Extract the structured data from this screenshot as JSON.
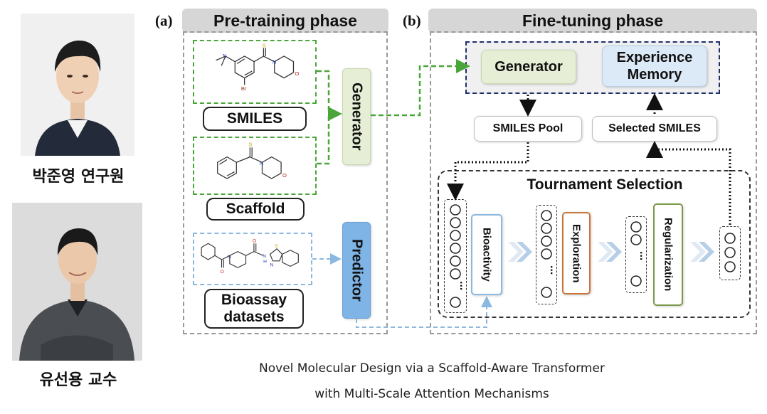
{
  "people": [
    {
      "name": "박준영 연구원"
    },
    {
      "name": "유선용 교수"
    }
  ],
  "panel_a": {
    "letter": "(a)",
    "title": "Pre-training phase",
    "smiles_label": "SMILES",
    "scaffold_label": "Scaffold",
    "bioassay_label": "Bioassay datasets",
    "generator_label": "Generator",
    "predictor_label": "Predictor",
    "molecule_atoms": {
      "sulfur": "S",
      "nitrogen": "N",
      "oxygen": "O",
      "bromine": "Br",
      "amide_nh": "H"
    }
  },
  "panel_b": {
    "letter": "(b)",
    "title": "Fine-tuning phase",
    "generator_label": "Generator",
    "experience_memory_label": "Experience Memory",
    "smiles_pool_label": "SMILES Pool",
    "selected_smiles_label": "Selected SMILES",
    "tournament_title": "Tournament Selection",
    "stages": [
      "Bioactivity",
      "Exploration",
      "Regularization"
    ],
    "ellipsis": "..."
  },
  "caption": {
    "line1": "Novel Molecular Design via a Scaffold-Aware Transformer",
    "line2": "with Multi-Scale Attention Mechanisms"
  },
  "colors": {
    "green_accent": "#4aa63a",
    "generator_fill": "#e6efd6",
    "predictor_fill": "#7fb4e6",
    "memory_fill": "#dce9f6",
    "navy_border": "#1f2f6b",
    "exploration_border": "#c8763a",
    "regularization_border": "#7a9a4a",
    "bioactivity_border": "#8ab8e0",
    "chevron": "#b7cfe6"
  }
}
